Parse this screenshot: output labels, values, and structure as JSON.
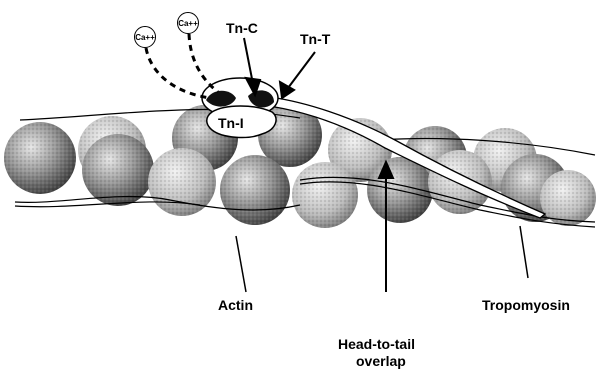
{
  "labels": {
    "ca_ion_1": "Ca++",
    "ca_ion_2": "Ca++",
    "tnc": "Tn-C",
    "tnt": "Tn-T",
    "tni": "Tn-I",
    "actin": "Actin",
    "tropomyosin": "Tropomyosin",
    "overlap_line1": "Head-to-tail",
    "overlap_line2": "overlap"
  },
  "colors": {
    "ink": "#000000",
    "bead_dark": "#3a3a3a",
    "bead_light": "#d9d9d9",
    "background": "#ffffff"
  }
}
